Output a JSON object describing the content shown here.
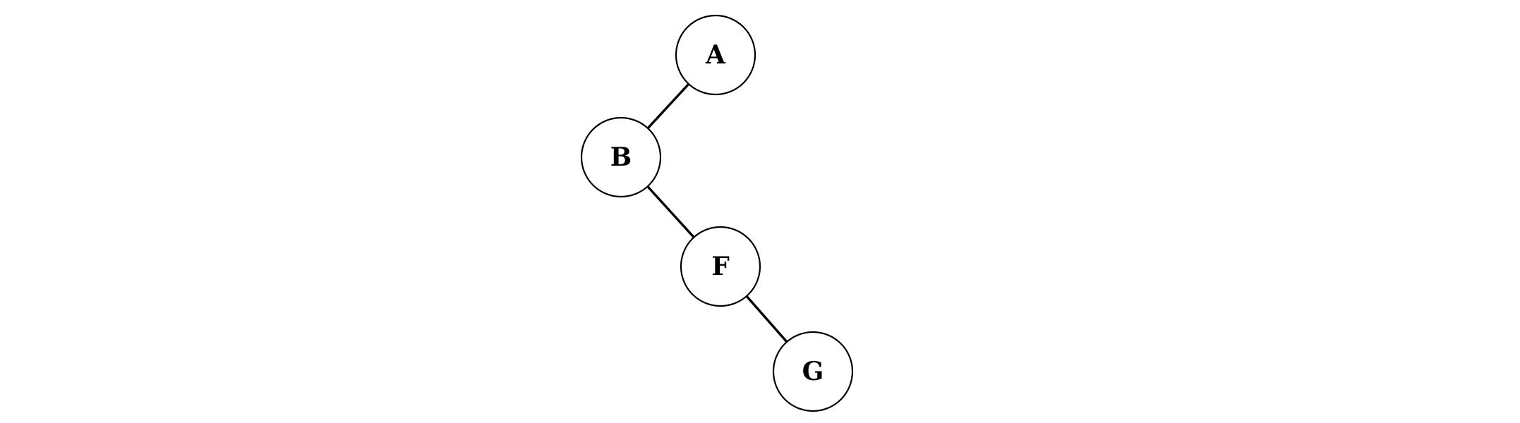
{
  "diagram": {
    "type": "tree",
    "nodes": [
      {
        "id": "A",
        "label": "A"
      },
      {
        "id": "B",
        "label": "B"
      },
      {
        "id": "F",
        "label": "F"
      },
      {
        "id": "G",
        "label": "G"
      }
    ],
    "edges": [
      {
        "from": "A",
        "to": "B"
      },
      {
        "from": "B",
        "to": "F"
      },
      {
        "from": "F",
        "to": "G"
      }
    ]
  },
  "colors": {
    "stroke": "#000000",
    "fill": "#ffffff",
    "text": "#000000"
  }
}
